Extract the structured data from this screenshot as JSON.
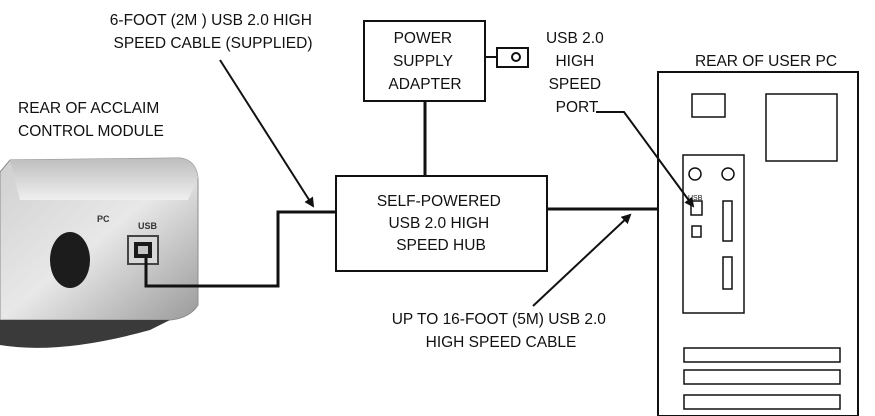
{
  "diagram": {
    "labels": {
      "cable_supplied": [
        "6-FOOT (2M ) USB 2.0 HIGH",
        "SPEED CABLE (SUPPLIED)"
      ],
      "power_supply": [
        "POWER",
        "SUPPLY",
        "ADAPTER"
      ],
      "usb_port": [
        "USB 2.0",
        "HIGH",
        "SPEED",
        "PORT"
      ],
      "rear_pc": "REAR OF USER PC",
      "rear_module": [
        "REAR OF ACCLAIM",
        "CONTROL MODULE"
      ],
      "hub": [
        "SELF-POWERED",
        "USB 2.0 HIGH",
        "SPEED HUB"
      ],
      "cable_long": [
        "UP TO 16-FOOT (5M) USB 2.0",
        "HIGH SPEED CABLE"
      ],
      "module_pc_marking": "PC",
      "module_usb_marking": "USB",
      "pc_usb_marking": "USB"
    },
    "icons": [
      "usb-b-port-icon",
      "power-plug-icon",
      "usb-a-port-icon"
    ]
  }
}
